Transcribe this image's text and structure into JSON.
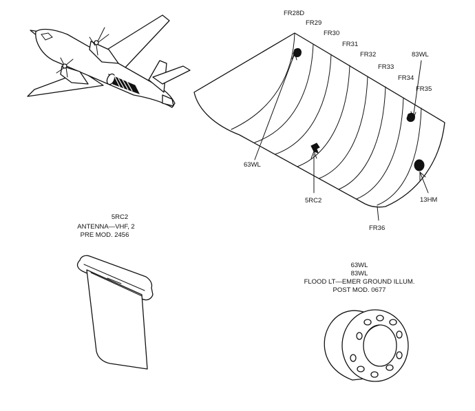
{
  "frames": {
    "fr28d": "FR28D",
    "fr29": "FR29",
    "fr30": "FR30",
    "fr31": "FR31",
    "fr32": "FR32",
    "fr33": "FR33",
    "fr34": "FR34",
    "fr35": "FR35",
    "fr36": "FR36"
  },
  "stations": {
    "wl63": "63WL",
    "wl83": "83WL",
    "rc5": "5RC2",
    "hm13": "13HM"
  },
  "antenna": {
    "id": "5RC2",
    "line1": "ANTENNA—VHF, 2",
    "line2": "PRE MOD. 2456"
  },
  "flood": {
    "id1": "63WL",
    "id2": "83WL",
    "line1": "FLOOD LT—EMER GROUND ILLUM.",
    "line2": "POST MOD. 0677"
  },
  "colors": {
    "ink": "#111111",
    "paper": "#ffffff"
  },
  "icons": [
    "aircraft-icon",
    "antenna-icon",
    "flood-light-icon"
  ]
}
